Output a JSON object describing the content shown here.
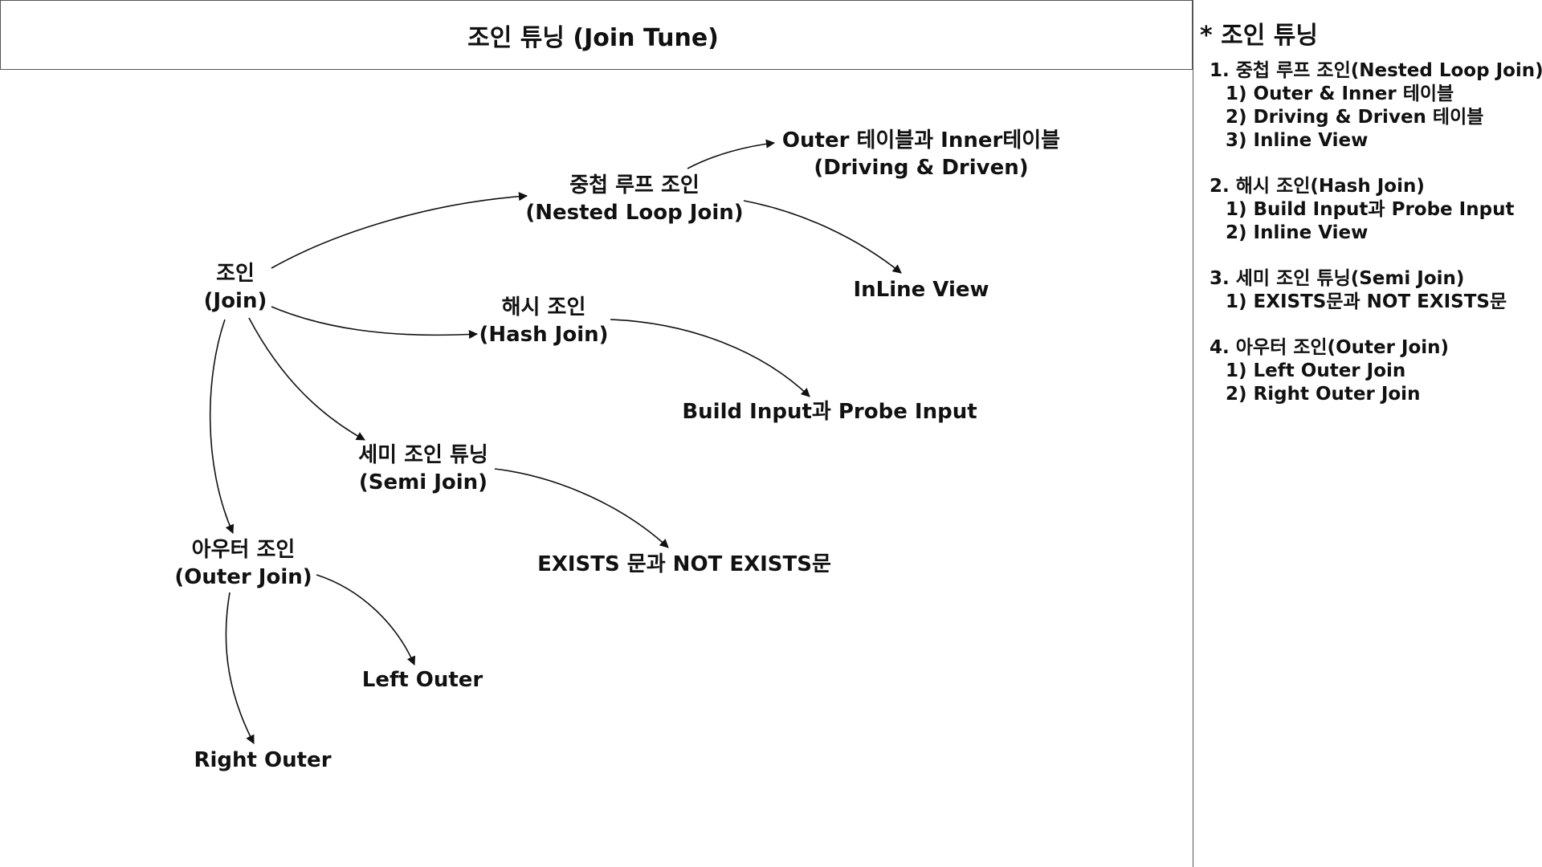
{
  "title": "조인 튜닝 (Join Tune)",
  "diagram": {
    "nodes": {
      "join": [
        "조인",
        "(Join)"
      ],
      "nested_loop": [
        "중첩 루프 조인",
        "(Nested Loop Join)"
      ],
      "outer_inner": [
        "Outer 테이블과 Inner테이블",
        "(Driving & Driven)"
      ],
      "inline_view": [
        "InLine View"
      ],
      "hash_join": [
        "해시 조인",
        "(Hash Join)"
      ],
      "build_probe": [
        "Build Input과 Probe Input"
      ],
      "semi_join": [
        "세미 조인 튜닝",
        "(Semi Join)"
      ],
      "exists": [
        "EXISTS 문과 NOT EXISTS문"
      ],
      "outer_join": [
        "아우터 조인",
        "(Outer Join)"
      ],
      "left_outer": [
        "Left Outer"
      ],
      "right_outer": [
        "Right Outer"
      ]
    }
  },
  "sidebar": {
    "heading": "* 조인 튜닝",
    "sections": [
      {
        "title": "1. 중첩 루프 조인(Nested Loop Join)",
        "items": [
          "1) Outer & Inner 테이블",
          "2) Driving & Driven 테이블",
          "3) Inline View"
        ]
      },
      {
        "title": "2. 해시 조인(Hash Join)",
        "items": [
          "1) Build Input과 Probe Input",
          "2) Inline View"
        ]
      },
      {
        "title": "3. 세미 조인 튜닝(Semi Join)",
        "items": [
          "1) EXISTS문과 NOT EXISTS문"
        ]
      },
      {
        "title": "4. 아우터 조인(Outer Join)",
        "items": [
          "1) Left Outer Join",
          "2) Right Outer Join"
        ]
      }
    ]
  }
}
